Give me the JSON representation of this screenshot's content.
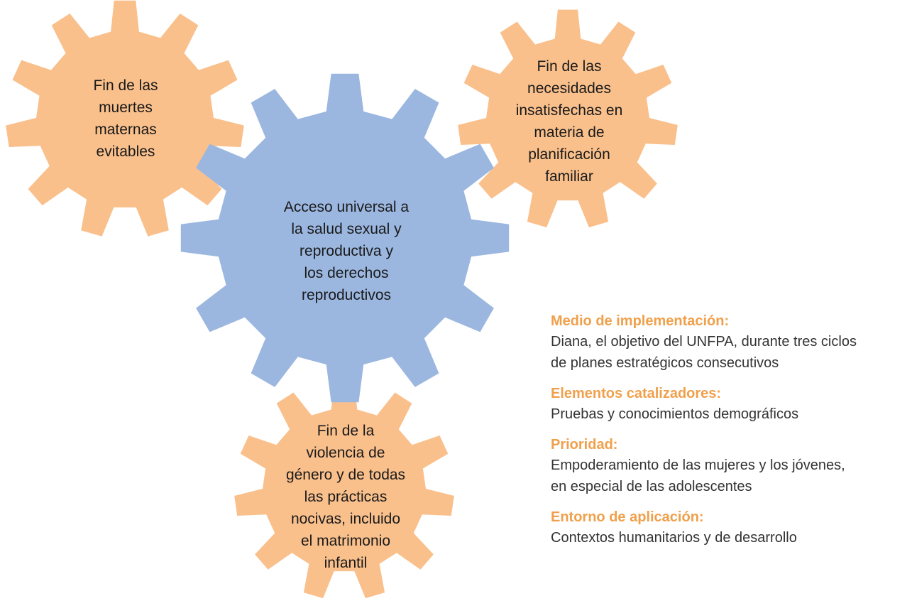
{
  "colors": {
    "gear_orange": "#f9c08c",
    "gear_blue": "#9bb7e0",
    "heading": "#f0a04b",
    "text": "#333333"
  },
  "gears": {
    "top_left": {
      "lines": [
        "Fin de las",
        "muertes",
        "maternas",
        "evitables"
      ]
    },
    "top_right": {
      "lines": [
        "Fin de las",
        "necesidades",
        "insatisfechas en",
        "materia de",
        "planificación",
        "familiar"
      ]
    },
    "center": {
      "lines": [
        "Acceso universal a",
        "la salud sexual y",
        "reproductiva y",
        "los derechos",
        "reproductivos"
      ]
    },
    "bottom": {
      "lines": [
        "Fin de la",
        "violencia de",
        "género y de todas",
        "las prácticas",
        "nocivas, incluido",
        "el matrimonio",
        "infantil"
      ]
    }
  },
  "info": [
    {
      "heading": "Medio de implementación:",
      "lines": [
        "Diana, el objetivo del UNFPA, durante tres ciclos",
        "de planes estratégicos consecutivos"
      ]
    },
    {
      "heading": "Elementos catalizadores:",
      "lines": [
        "Pruebas y conocimientos demográficos"
      ]
    },
    {
      "heading": "Prioridad:",
      "lines": [
        "Empoderamiento de las mujeres y los jóvenes,",
        "en especial de las adolescentes"
      ]
    },
    {
      "heading": "Entorno de aplicación:",
      "lines": [
        "Contextos humanitarios y de desarrollo"
      ]
    }
  ]
}
